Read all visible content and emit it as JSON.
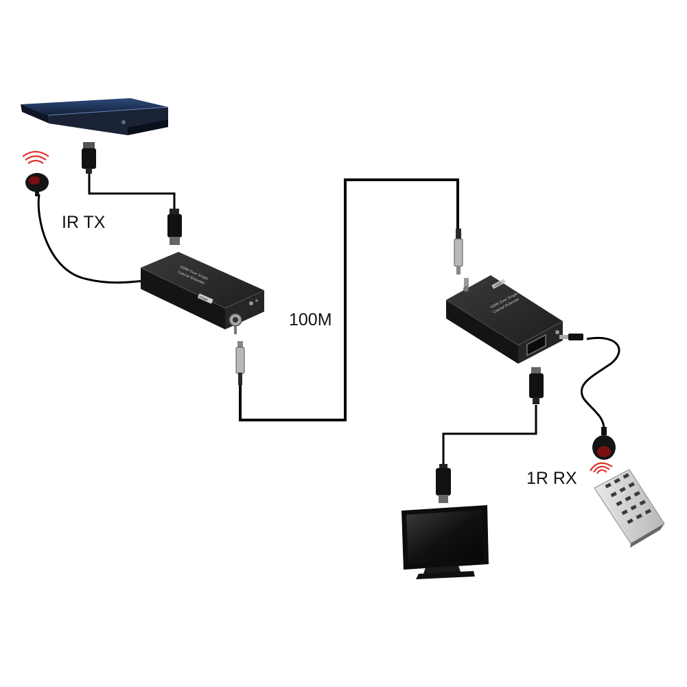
{
  "labels": {
    "ir_tx": "IR TX",
    "distance": "100M",
    "ir_rx": "1R RX"
  },
  "device_text": {
    "tx_line1": "HDMI Over Single",
    "tx_line2": "Coaxial Extender",
    "tx_badge": "HDMI",
    "rx_line1": "HDMI Over Single",
    "rx_line2": "Coaxial Extender",
    "rx_badge": "HDMI"
  },
  "icons": [
    "set-top-box-icon",
    "ir-emitter-icon",
    "hdmi-plug-icon",
    "bnc-plug-icon",
    "tv-monitor-icon",
    "ir-receiver-icon",
    "remote-control-icon",
    "ir-signal-waves-icon"
  ],
  "colors": {
    "cable": "#000000",
    "device_body": "#1c1c1c",
    "set_top_box": "#1b2a4a",
    "ir_waves": "#e0302a",
    "ir_lens": "#7a0f14",
    "text": "#111111"
  }
}
